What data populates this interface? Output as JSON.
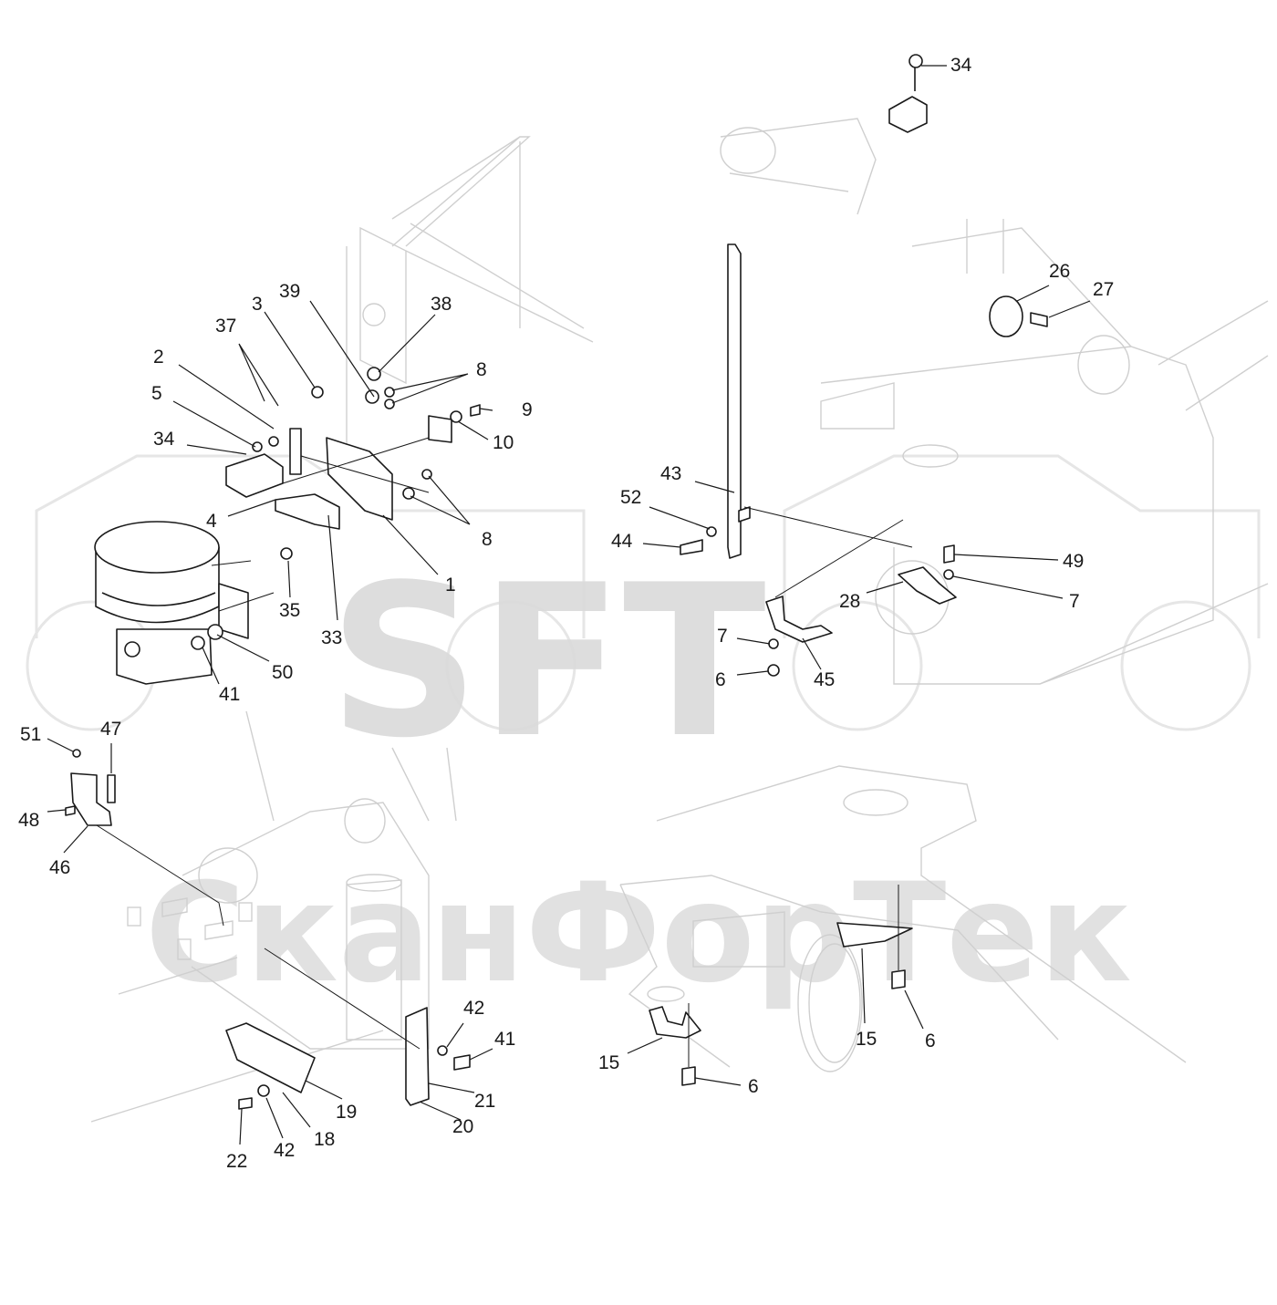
{
  "watermark": {
    "logo": "SFT",
    "company": "СканФорТек",
    "color": "#dcdcdc"
  },
  "callouts": {
    "tl": [
      "1",
      "2",
      "3",
      "4",
      "5",
      "8",
      "8",
      "8",
      "9",
      "10",
      "33",
      "34",
      "35",
      "37",
      "38",
      "39",
      "41",
      "50"
    ],
    "tr": [
      "34",
      "26",
      "27"
    ],
    "mr": [
      "43",
      "52",
      "44",
      "49",
      "7",
      "28",
      "7",
      "6",
      "45"
    ],
    "bl": [
      "51",
      "47",
      "48",
      "46",
      "42",
      "41",
      "21",
      "20",
      "19",
      "18",
      "22",
      "42"
    ],
    "br": [
      "15",
      "6",
      "15",
      "6"
    ]
  },
  "colors": {
    "ink": "#1a1a1a",
    "ghost": "#cfcfcf"
  }
}
